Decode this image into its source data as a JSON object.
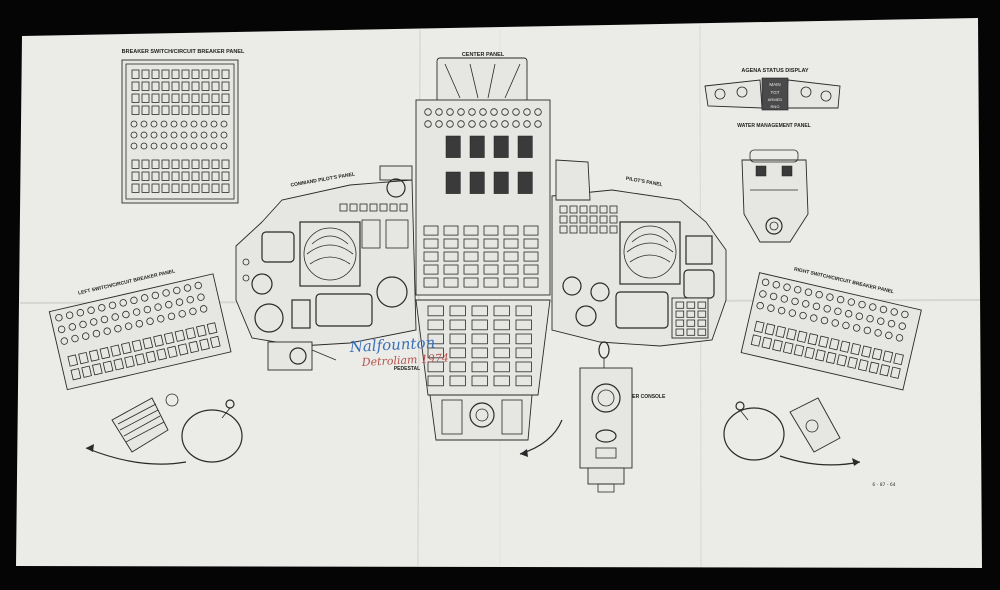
{
  "labels": {
    "breaker_panel": "BREAKER SWITCH/CIRCUIT BREAKER PANEL",
    "center_panel": "CENTER PANEL",
    "agena_status": "AGENA STATUS DISPLAY",
    "water_mgmt": "WATER MANAGEMENT PANEL",
    "command_pilot": "COMMAND PILOT'S PANEL",
    "pilot_panel": "PILOT'S PANEL",
    "left_breaker": "LEFT SWITCH/CIRCUIT BREAKER PANEL",
    "right_breaker": "RIGHT SWITCH/CIRCUIT BREAKER PANEL",
    "pedestal": "PEDESTAL",
    "center_console": "CENTER CONSOLE",
    "figure_number": "6 - 87 - 64"
  },
  "agena_display": {
    "main": "MAIN",
    "tgt": "TGT",
    "armed": "ARMED",
    "rng": "RNG"
  },
  "signature": {
    "line1": "Nalfounton",
    "line2": "Detroliam 1974"
  },
  "colors": {
    "paper": "#ebece8",
    "background": "#050505",
    "ink": "#2a2a2a",
    "signature_blue": "#3b70b8",
    "signature_red": "#b8504a"
  }
}
